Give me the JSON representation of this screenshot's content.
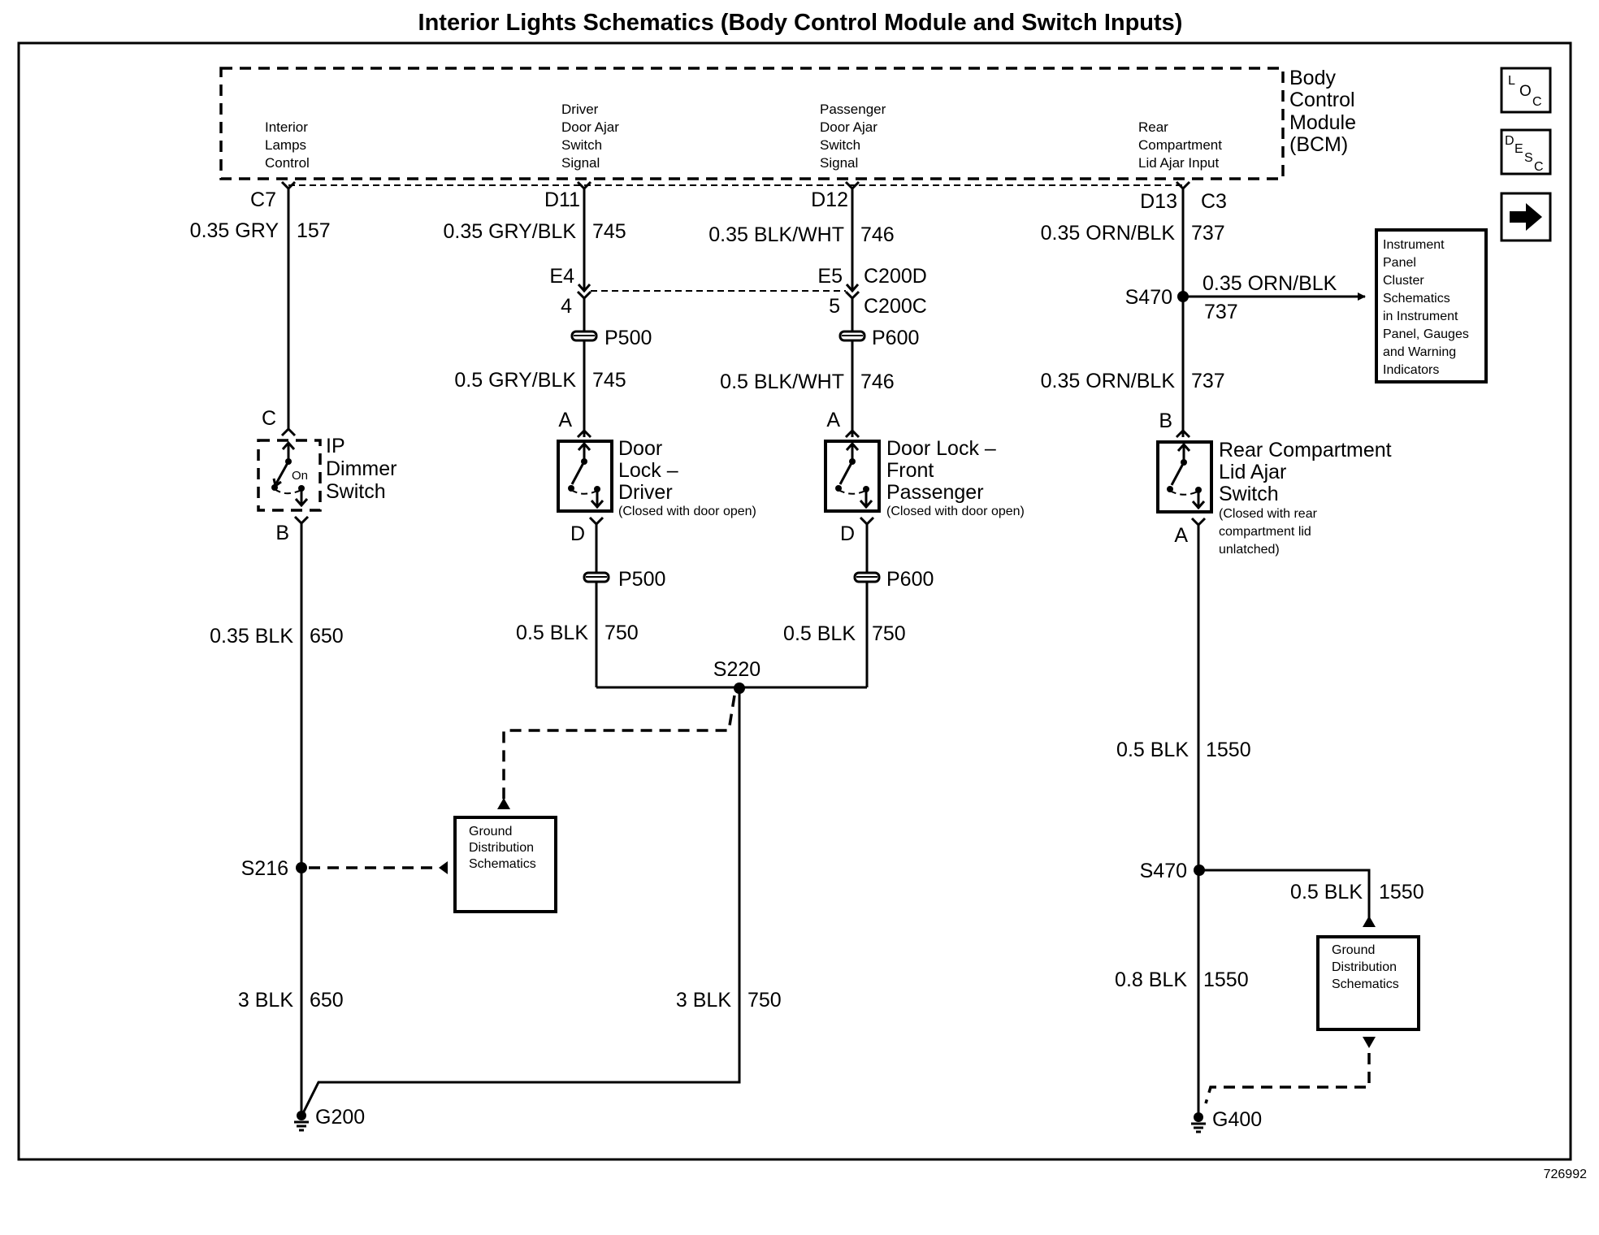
{
  "title": "Interior Lights Schematics (Body Control Module and Switch Inputs)",
  "figure_id": "726992",
  "nav_buttons": [
    {
      "name": "loc-button",
      "glyphs": [
        "L",
        "O",
        "C"
      ]
    },
    {
      "name": "desc-button",
      "glyphs": [
        "D",
        "E",
        "S",
        "C"
      ]
    },
    {
      "name": "next-arrow-button",
      "icon": "right-arrow-icon"
    }
  ],
  "bcm": {
    "label_lines": [
      "Body",
      "Control",
      "Module",
      "(BCM)"
    ],
    "inputs": [
      {
        "lines": [
          "Interior",
          "Lamps",
          "Control"
        ],
        "pin": "C7"
      },
      {
        "lines": [
          "Driver",
          "Door Ajar",
          "Switch",
          "Signal"
        ],
        "pin": "D11"
      },
      {
        "lines": [
          "Passenger",
          "Door Ajar",
          "Switch",
          "Signal"
        ],
        "pin": "D12"
      },
      {
        "lines": [
          "Rear",
          "Compartment",
          "Lid Ajar Input"
        ],
        "pin": "D13",
        "connector": "C3"
      }
    ]
  },
  "circuits": {
    "interior_lamps": {
      "upper_wire": {
        "gauge_color": "0.35 GRY",
        "circuit": "157"
      },
      "switch": {
        "name_lines": [
          "IP",
          "Dimmer",
          "Switch"
        ],
        "pin_top": "C",
        "pin_bottom": "B",
        "state_label": "On"
      },
      "lower_wire": {
        "gauge_color": "0.35 BLK",
        "circuit": "650"
      },
      "splice": "S216",
      "ground_wire": {
        "gauge_color": "3 BLK",
        "circuit": "650"
      },
      "ground": "G200"
    },
    "driver_door": {
      "upper_wire": {
        "gauge_color": "0.35 GRY/BLK",
        "circuit": "745"
      },
      "connector_top_pin": "E4",
      "connector_bottom_pin": "4",
      "passthrough_top": "P500",
      "mid_wire": {
        "gauge_color": "0.5 GRY/BLK",
        "circuit": "745"
      },
      "switch": {
        "name_lines": [
          "Door",
          "Lock –",
          "Driver"
        ],
        "note": "(Closed with door open)",
        "pin_top": "A",
        "pin_bottom": "D"
      },
      "passthrough_bottom": "P500",
      "lower_wire": {
        "gauge_color": "0.5 BLK",
        "circuit": "750"
      }
    },
    "passenger_door": {
      "upper_wire": {
        "gauge_color": "0.35 BLK/WHT",
        "circuit": "746"
      },
      "connector_top_pin": "E5",
      "connector_top": "C200D",
      "connector_bottom_pin": "5",
      "connector_bottom": "C200C",
      "passthrough_top": "P600",
      "mid_wire": {
        "gauge_color": "0.5 BLK/WHT",
        "circuit": "746"
      },
      "switch": {
        "name_lines": [
          "Door Lock –",
          "Front",
          "Passenger"
        ],
        "note": "(Closed with door open)",
        "pin_top": "A",
        "pin_bottom": "D"
      },
      "passthrough_bottom": "P600",
      "lower_wire": {
        "gauge_color": "0.5 BLK",
        "circuit": "750"
      }
    },
    "door_ground": {
      "splice": "S220",
      "ground_wire": {
        "gauge_color": "3 BLK",
        "circuit": "750"
      }
    },
    "rear_compartment": {
      "upper_wire": {
        "gauge_color": "0.35 ORN/BLK",
        "circuit": "737"
      },
      "splice": "S470",
      "branch_wire": {
        "gauge_color": "0.35 ORN/BLK",
        "circuit": "737"
      },
      "branch_target_lines": [
        "Instrument",
        "Panel",
        "Cluster",
        "Schematics",
        "in Instrument",
        "Panel, Gauges",
        "and  Warning",
        "Indicators"
      ],
      "mid_wire": {
        "gauge_color": "0.35 ORN/BLK",
        "circuit": "737"
      },
      "switch": {
        "name_lines": [
          "Rear Compartment",
          "Lid Ajar",
          "Switch"
        ],
        "note_lines": [
          "(Closed with rear",
          "compartment lid",
          "unlatched)"
        ],
        "pin_top": "B",
        "pin_bottom": "A"
      },
      "lower_wire": {
        "gauge_color": "0.5 BLK",
        "circuit": "1550"
      },
      "branch2_wire": {
        "gauge_color": "0.5 BLK",
        "circuit": "1550"
      },
      "ground_wire": {
        "gauge_color": "0.8 BLK",
        "circuit": "1550"
      },
      "ground": "G400"
    }
  },
  "ground_distribution_box": {
    "lines": [
      "Ground",
      "Distribution",
      "Schematics"
    ]
  }
}
